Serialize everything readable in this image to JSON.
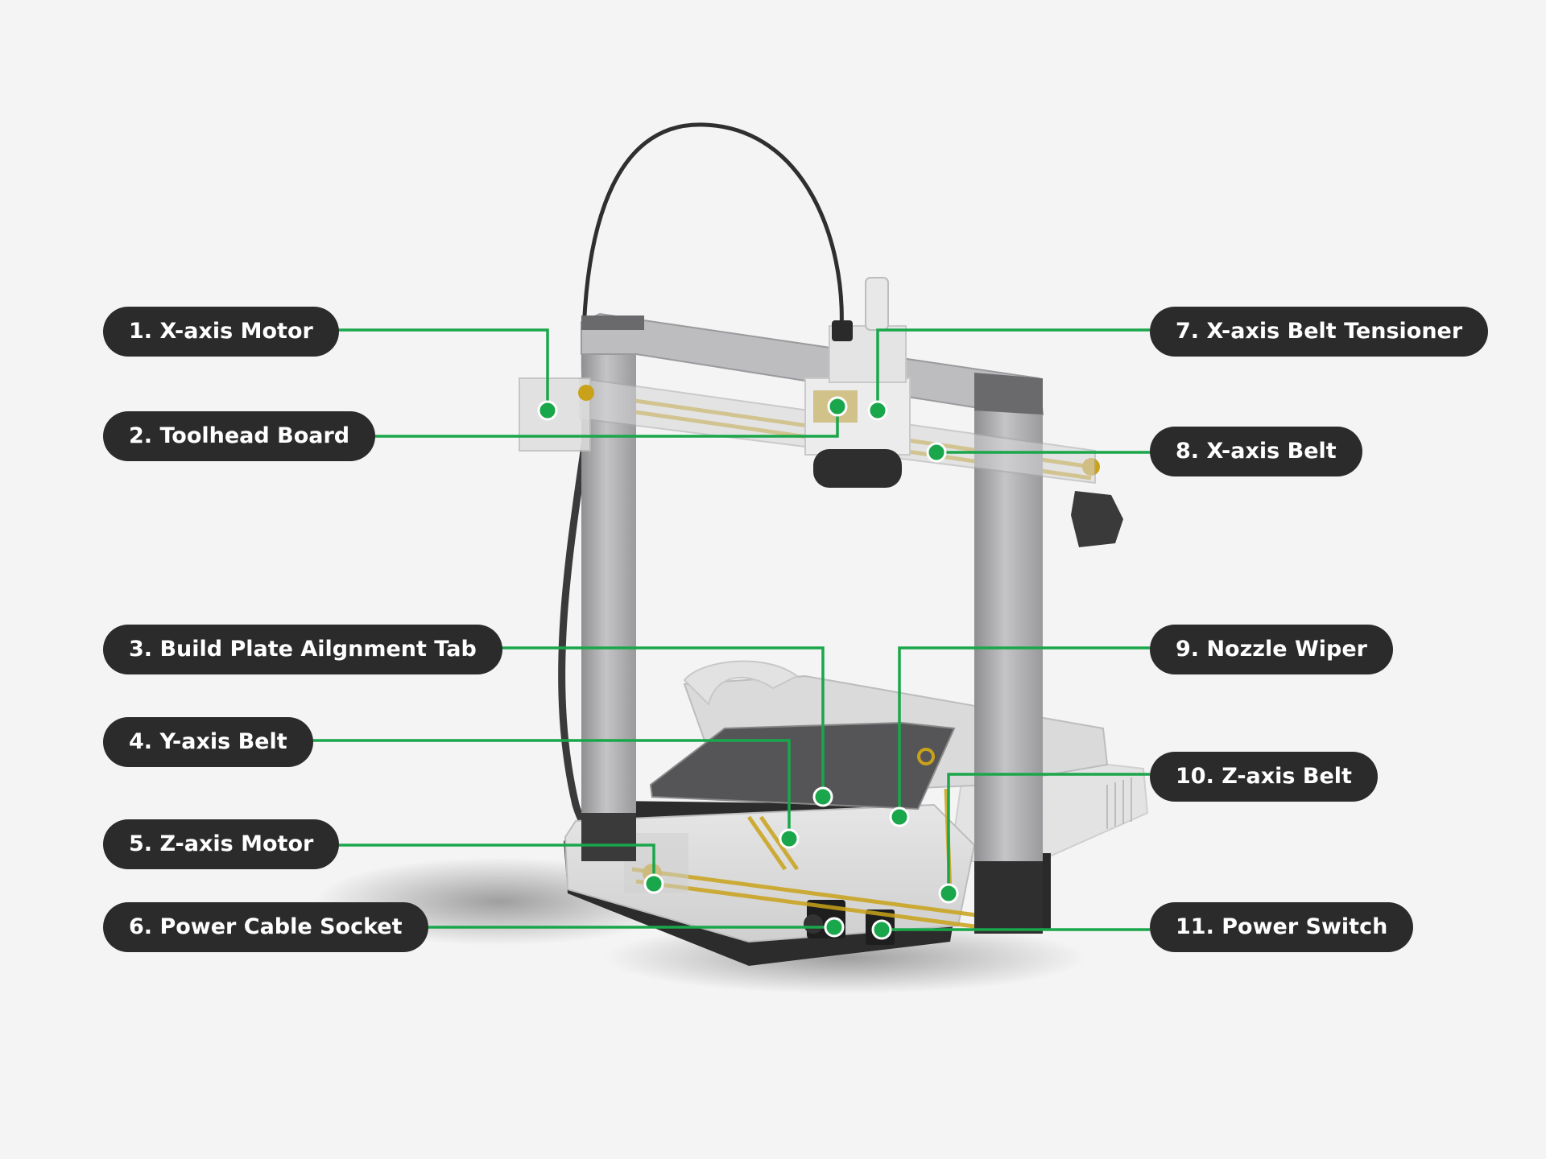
{
  "labels": [
    {
      "id": "x-axis-motor",
      "text": "1. X-axis Motor"
    },
    {
      "id": "toolhead-board",
      "text": "2. Toolhead Board"
    },
    {
      "id": "build-plate-alignment-tab",
      "text": "3. Build Plate Ailgnment Tab"
    },
    {
      "id": "y-axis-belt",
      "text": "4. Y-axis Belt"
    },
    {
      "id": "z-axis-motor",
      "text": "5. Z-axis Motor"
    },
    {
      "id": "power-cable-socket",
      "text": "6. Power Cable Socket"
    },
    {
      "id": "x-axis-belt-tensioner",
      "text": "7. X-axis Belt Tensioner"
    },
    {
      "id": "x-axis-belt",
      "text": "8. X-axis Belt"
    },
    {
      "id": "nozzle-wiper",
      "text": "9. Nozzle Wiper"
    },
    {
      "id": "z-axis-belt",
      "text": "10. Z-axis Belt"
    },
    {
      "id": "power-switch",
      "text": "11. Power Switch"
    }
  ],
  "colors": {
    "background": "#f4f4f4",
    "pill": "#2b2b2b",
    "pill_text": "#ffffff",
    "leader": "#1aa64a",
    "frame": "#a6a6a8",
    "frame_dark": "#5d5d60",
    "belt": "#c9a21a"
  }
}
